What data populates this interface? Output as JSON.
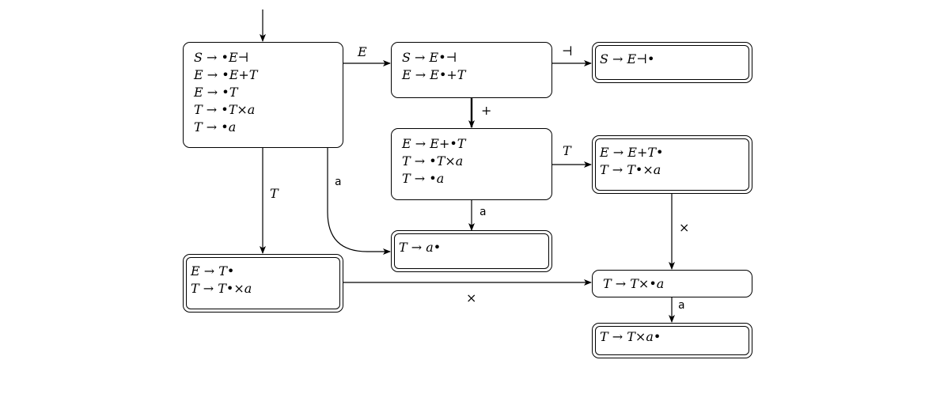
{
  "states": {
    "s0": {
      "items": [
        "S → •E⊣",
        "E → •E+T",
        "E → •T",
        "T → •T×a",
        "T → •a"
      ]
    },
    "s1": {
      "items": [
        "S → E•⊣",
        "E → E•+T"
      ]
    },
    "s2": {
      "items": [
        "S → E⊣•"
      ]
    },
    "s3": {
      "items": [
        "E → E+•T",
        "T → •T×a",
        "T → •a"
      ]
    },
    "s4": {
      "items": [
        "E → E+T•",
        "T → T•×a"
      ]
    },
    "s5": {
      "items": [
        "T → a•"
      ]
    },
    "s6": {
      "items": [
        "E → T•",
        "T → T•×a"
      ]
    },
    "s7": {
      "items": [
        "T → T×•a"
      ]
    },
    "s8": {
      "items": [
        "T → T×a•"
      ]
    }
  },
  "transitions": {
    "s0_s1": "E",
    "s1_s2": "⊣",
    "s1_s3": "+",
    "s3_s4": "T",
    "s0_s6": "T",
    "s0_s5": "a",
    "s3_s5": "a",
    "s4_s7": "×",
    "s6_s7": "×",
    "s7_s8": "a"
  }
}
